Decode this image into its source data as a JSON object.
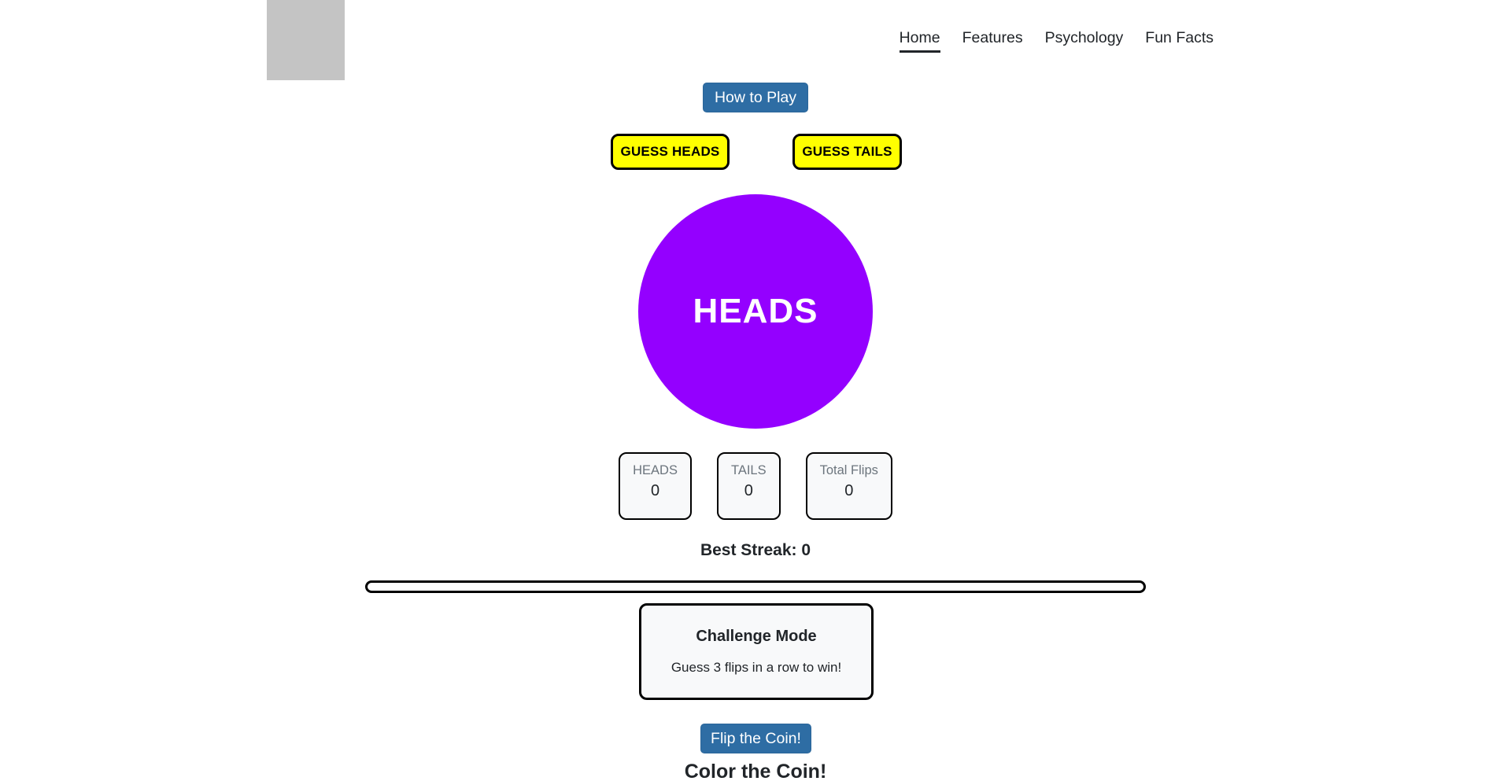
{
  "header": {
    "logo_alt": "",
    "nav": [
      {
        "label": "Home",
        "active": true
      },
      {
        "label": "Features",
        "active": false
      },
      {
        "label": "Psychology",
        "active": false
      },
      {
        "label": "Fun Facts",
        "active": false
      }
    ]
  },
  "main": {
    "how_to_play_label": "How to Play",
    "guess_heads_label": "GUESS HEADS",
    "guess_tails_label": "GUESS TAILS",
    "coin": {
      "face": "HEADS",
      "color": "#9400ff",
      "text_color": "#ffffff"
    },
    "stats": [
      {
        "label": "HEADS",
        "value": "0"
      },
      {
        "label": "TAILS",
        "value": "0"
      },
      {
        "label": "Total Flips",
        "value": "0"
      }
    ],
    "best_streak_text": "Best Streak: 0",
    "progress": {
      "percent": 0
    },
    "challenge": {
      "title": "Challenge Mode",
      "description": "Guess 3 flips in a row to win!"
    },
    "flip_button_label": "Flip the Coin!",
    "color_section_title": "Color the Coin!"
  },
  "colors": {
    "primary_blue": "#2e6da4",
    "guess_yellow": "#ffff00",
    "coin_purple": "#9400ff",
    "card_bg": "#f8f9fa",
    "muted_text": "#6c757d"
  }
}
